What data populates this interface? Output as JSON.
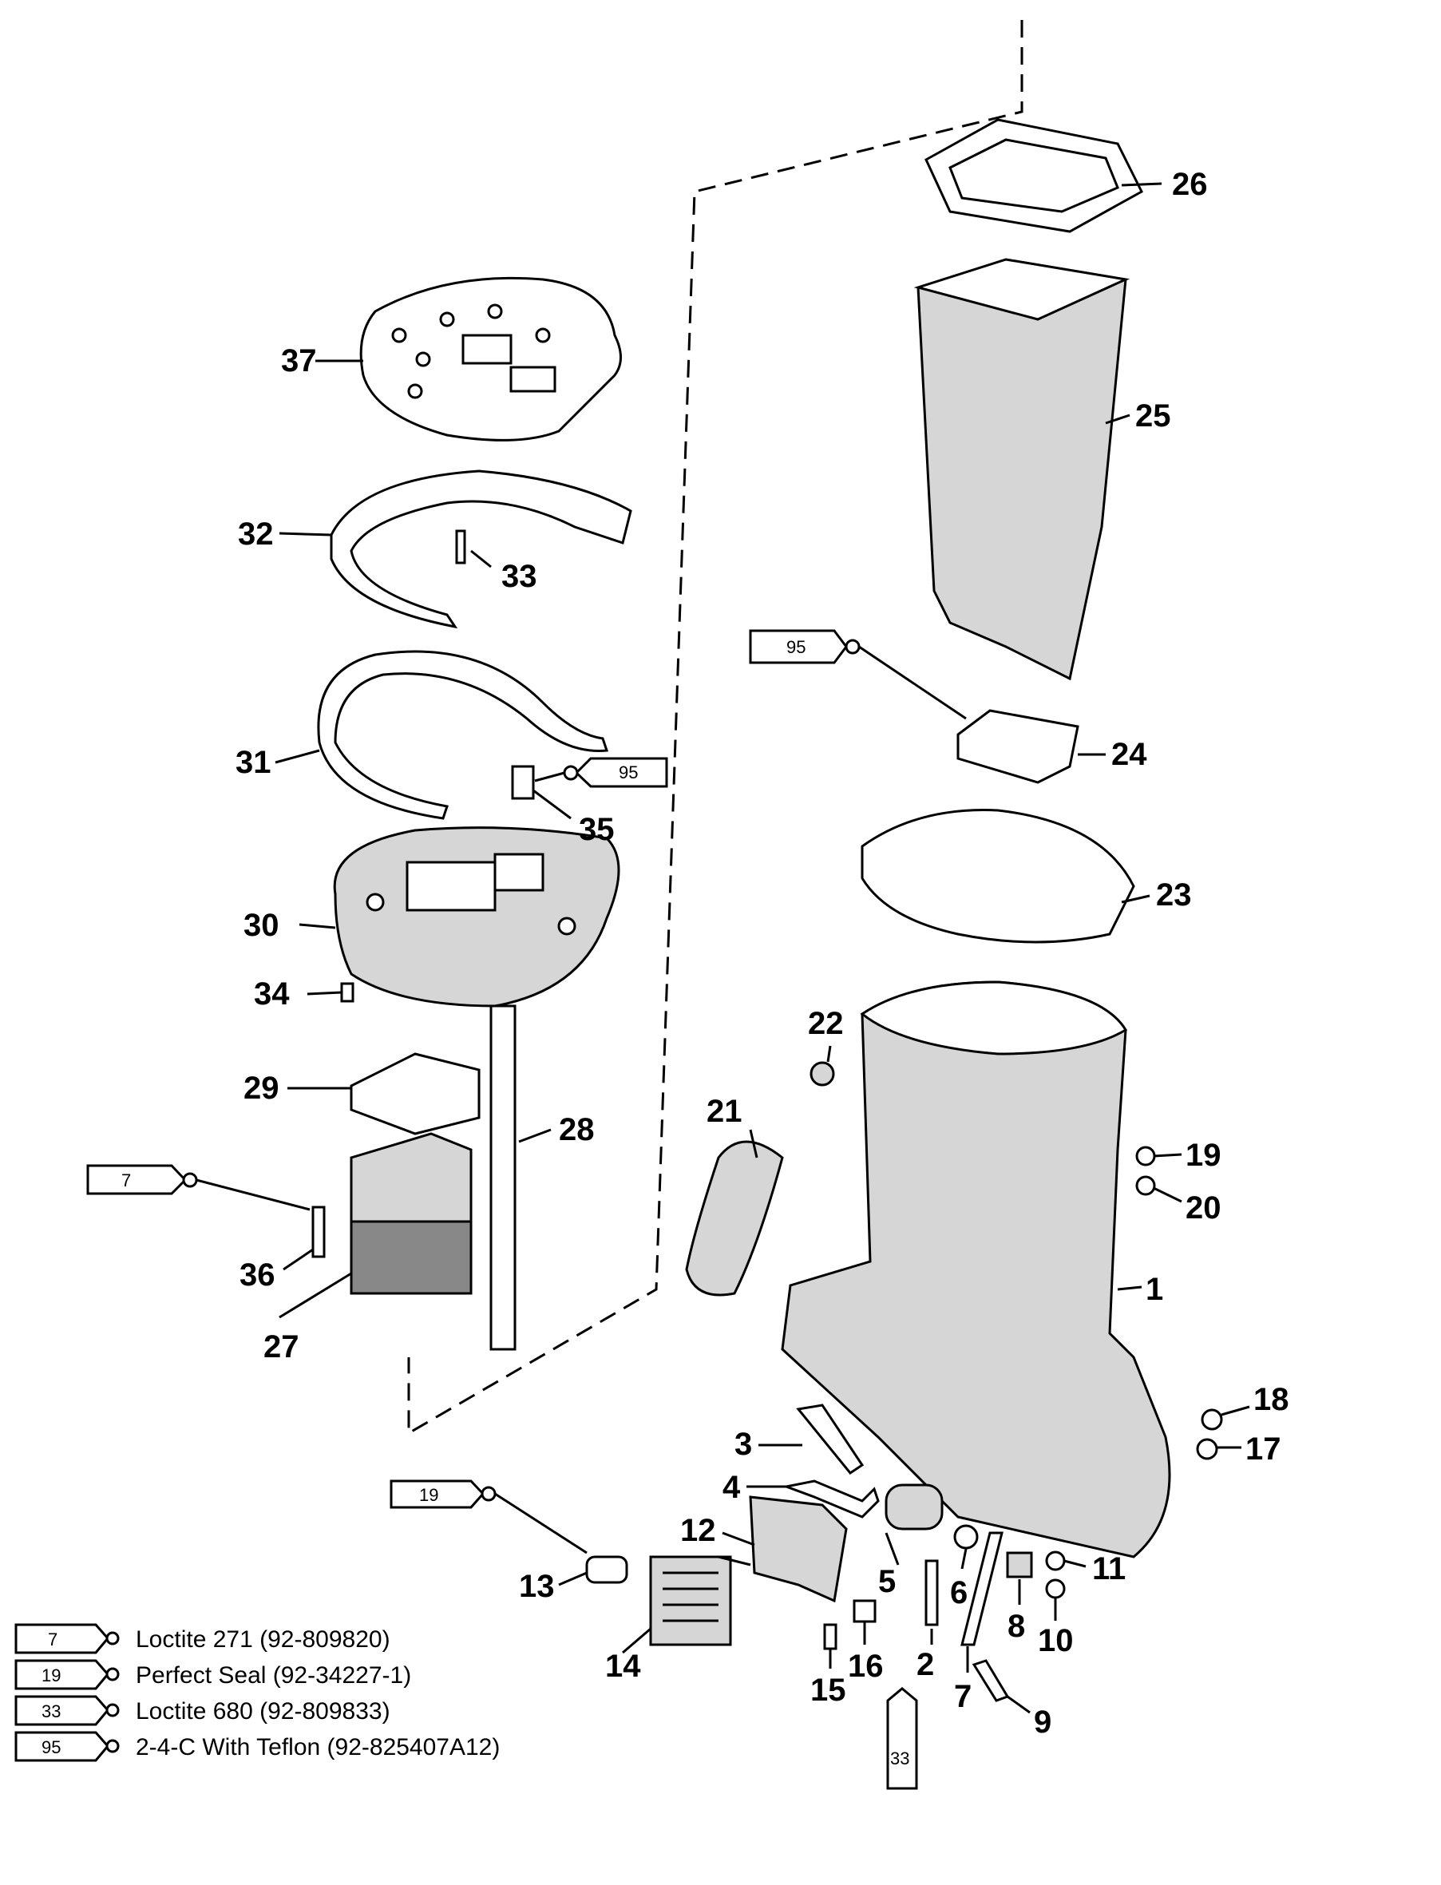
{
  "callouts": {
    "n1": "1",
    "n2": "2",
    "n3": "3",
    "n4": "4",
    "n5": "5",
    "n6": "6",
    "n7a": "7",
    "n8": "8",
    "n9": "9",
    "n10": "10",
    "n11": "11",
    "n12": "12",
    "n13": "13",
    "n14": "14",
    "n15": "15",
    "n16": "16",
    "n17": "17",
    "n18": "18",
    "n19": "19",
    "n20": "20",
    "n21": "21",
    "n22": "22",
    "n23": "23",
    "n24": "24",
    "n25": "25",
    "n26": "26",
    "n27": "27",
    "n28": "28",
    "n29": "29",
    "n30": "30",
    "n31": "31",
    "n32": "32",
    "n33": "33",
    "n34": "34",
    "n35": "35",
    "n36": "36",
    "n37": "37"
  },
  "tubes": {
    "loctite_271": "7",
    "perfect_seal": "19",
    "loctite_680": "33",
    "teflon_upper": "95",
    "teflon_lower": "95"
  },
  "legend": [
    {
      "code": "7",
      "text": "Loctite 271 (92-809820)"
    },
    {
      "code": "19",
      "text": "Perfect Seal (92-34227-1)"
    },
    {
      "code": "33",
      "text": "Loctite 680 (92-809833)"
    },
    {
      "code": "95",
      "text": "2-4-C  With Teflon (92-825407A12)"
    }
  ],
  "colors": {
    "ink": "#000000",
    "paper": "#ffffff",
    "shade": "#d6d6d6",
    "dark": "#888888"
  }
}
